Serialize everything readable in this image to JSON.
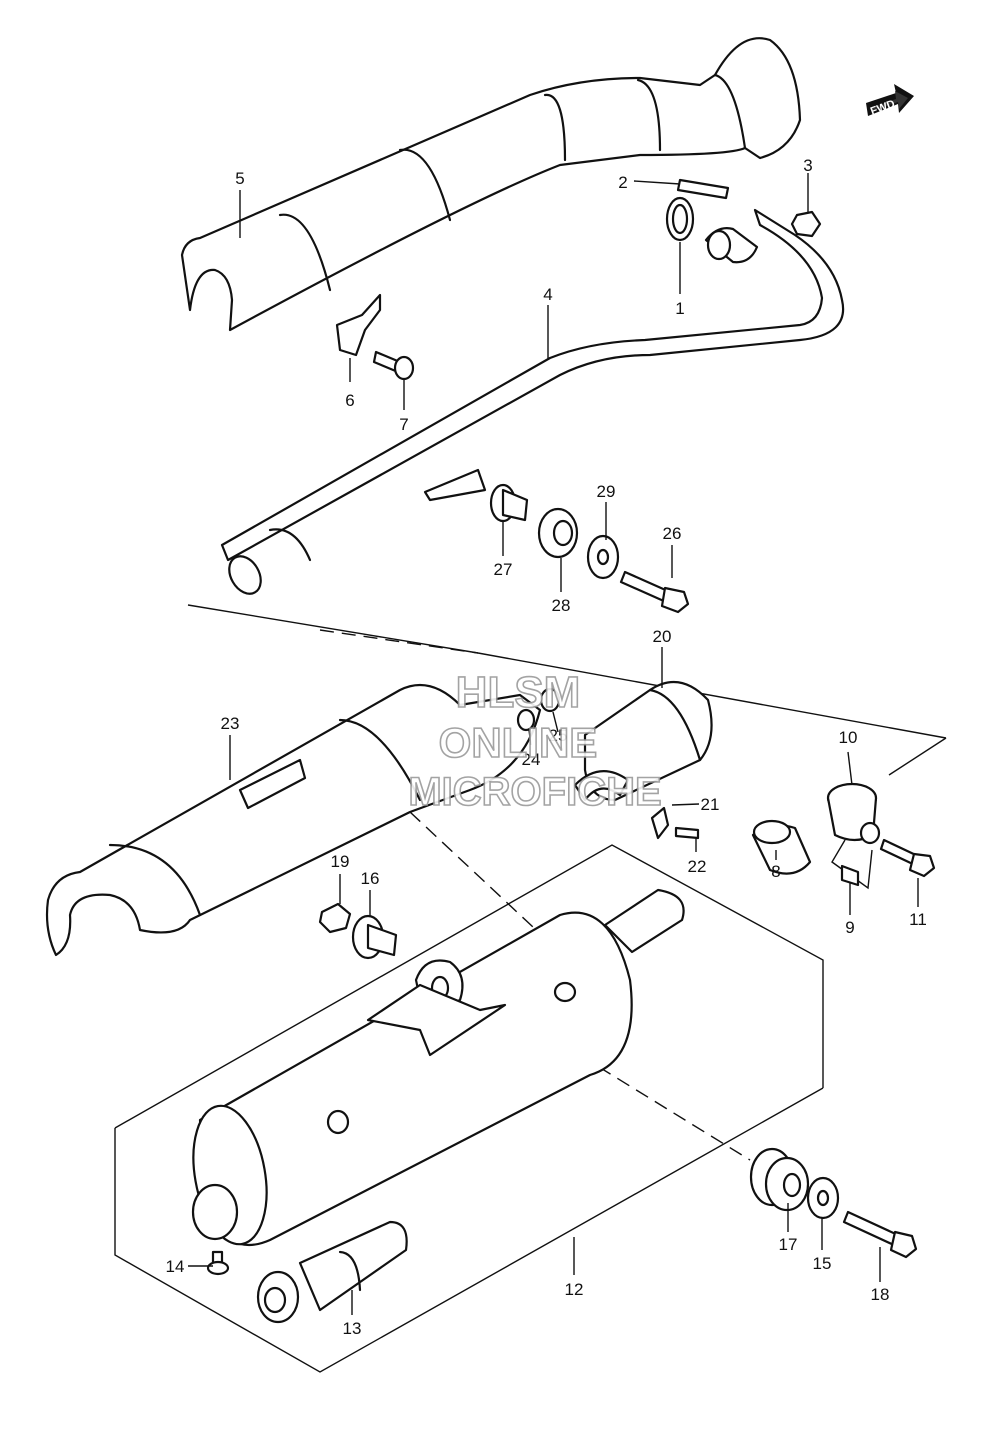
{
  "diagram": {
    "direction_badge": {
      "label": "FWD",
      "icon": "forward-arrow-icon"
    },
    "watermark": {
      "lines": [
        "HLSM",
        "ONLINE",
        "MICROFICHE"
      ]
    },
    "callouts": {
      "c1": "1",
      "c2": "2",
      "c3": "3",
      "c4": "4",
      "c5": "5",
      "c6": "6",
      "c7": "7",
      "c8": "8",
      "c9": "9",
      "c10": "10",
      "c11": "11",
      "c12": "12",
      "c13": "13",
      "c14": "14",
      "c15": "15",
      "c16": "16",
      "c17": "17",
      "c18": "18",
      "c19": "19",
      "c20": "20",
      "c21": "21",
      "c22": "22",
      "c23": "23",
      "c24": "24",
      "c25": "25",
      "c26": "26",
      "c27": "27",
      "c28": "28",
      "c29": "29"
    },
    "parts": {
      "p1": "gasket-ring",
      "p2": "stud-bolt",
      "p3": "nut",
      "p4": "exhaust-pipe",
      "p5": "pipe-heat-shield",
      "p6": "shield-bracket",
      "p7": "bolt",
      "p8": "muffler-gasket",
      "p9": "spacer",
      "p10": "pipe-clamp",
      "p11": "clamp-bolt",
      "p12": "muffler",
      "p13": "spark-arrester",
      "p14": "arrester-screw",
      "p15": "washer",
      "p16": "shield-spacer",
      "p17": "mount-cushion",
      "p18": "mount-bolt",
      "p19": "shield-nut",
      "p20": "connector-cover",
      "p21": "cover-clip",
      "p22": "cover-bolt",
      "p23": "muffler-heat-shield",
      "p24": "washer",
      "p25": "screw",
      "p26": "pipe-mount-bolt",
      "p27": "collar",
      "p28": "cushion",
      "p29": "washer"
    }
  }
}
